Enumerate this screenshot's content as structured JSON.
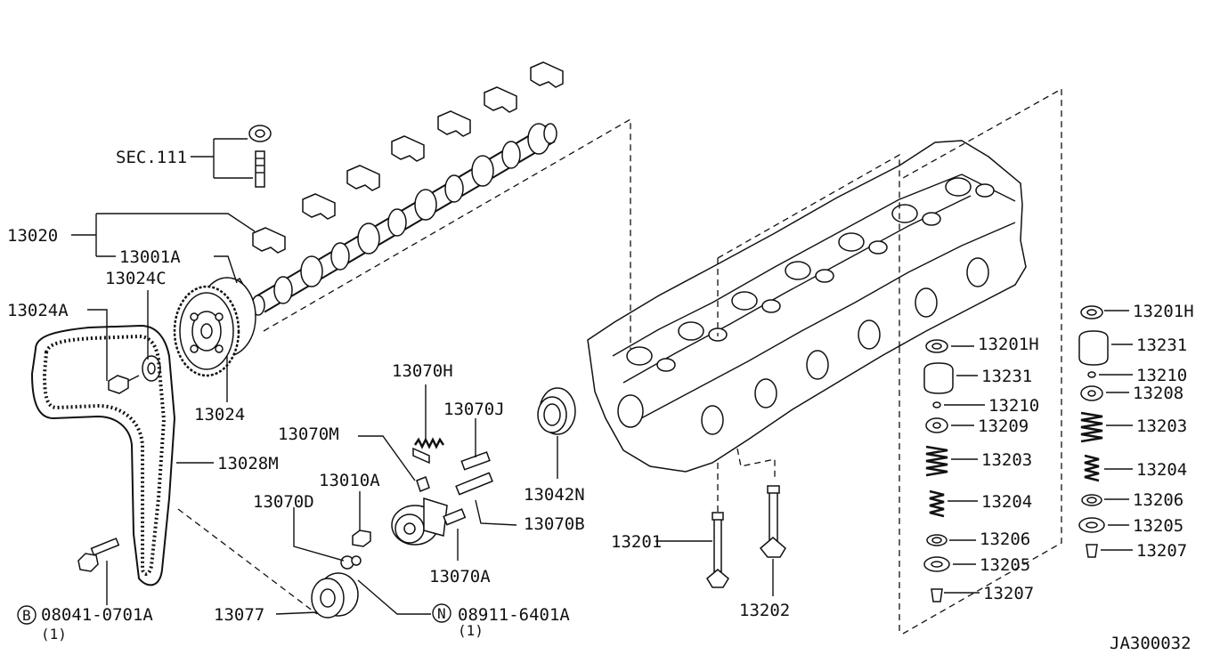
{
  "diagram": {
    "code": "JA300032",
    "callouts": {
      "sec111": "SEC.111",
      "p13020": "13020",
      "p13001A": "13001A",
      "p13024C": "13024C",
      "p13024A": "13024A",
      "p13024": "13024",
      "p13028M": "13028M",
      "p13070H": "13070H",
      "p13070J": "13070J",
      "p13070M": "13070M",
      "p13010A": "13010A",
      "p13070D": "13070D",
      "p13070B": "13070B",
      "p13070A": "13070A",
      "p13042N": "13042N",
      "p13201_valve": "13201",
      "p13202": "13202",
      "p13077": "13077",
      "bolt_marker": "B",
      "bolt_number": "08041-0701A",
      "bolt_qty": "(1)",
      "nut_marker": "N",
      "nut_number": "08911-6401A",
      "nut_qty": "(1)",
      "mid_13201H": "13201H",
      "mid_13231": "13231",
      "mid_13210": "13210",
      "mid_13209": "13209",
      "mid_13203": "13203",
      "mid_13204": "13204",
      "mid_13206": "13206",
      "mid_13205": "13205",
      "mid_13207": "13207",
      "right_13201H": "13201H",
      "right_13231": "13231",
      "right_13210": "13210",
      "right_13208": "13208",
      "right_13203": "13203",
      "right_13204": "13204",
      "right_13206": "13206",
      "right_13205": "13205",
      "right_13207": "13207"
    }
  }
}
